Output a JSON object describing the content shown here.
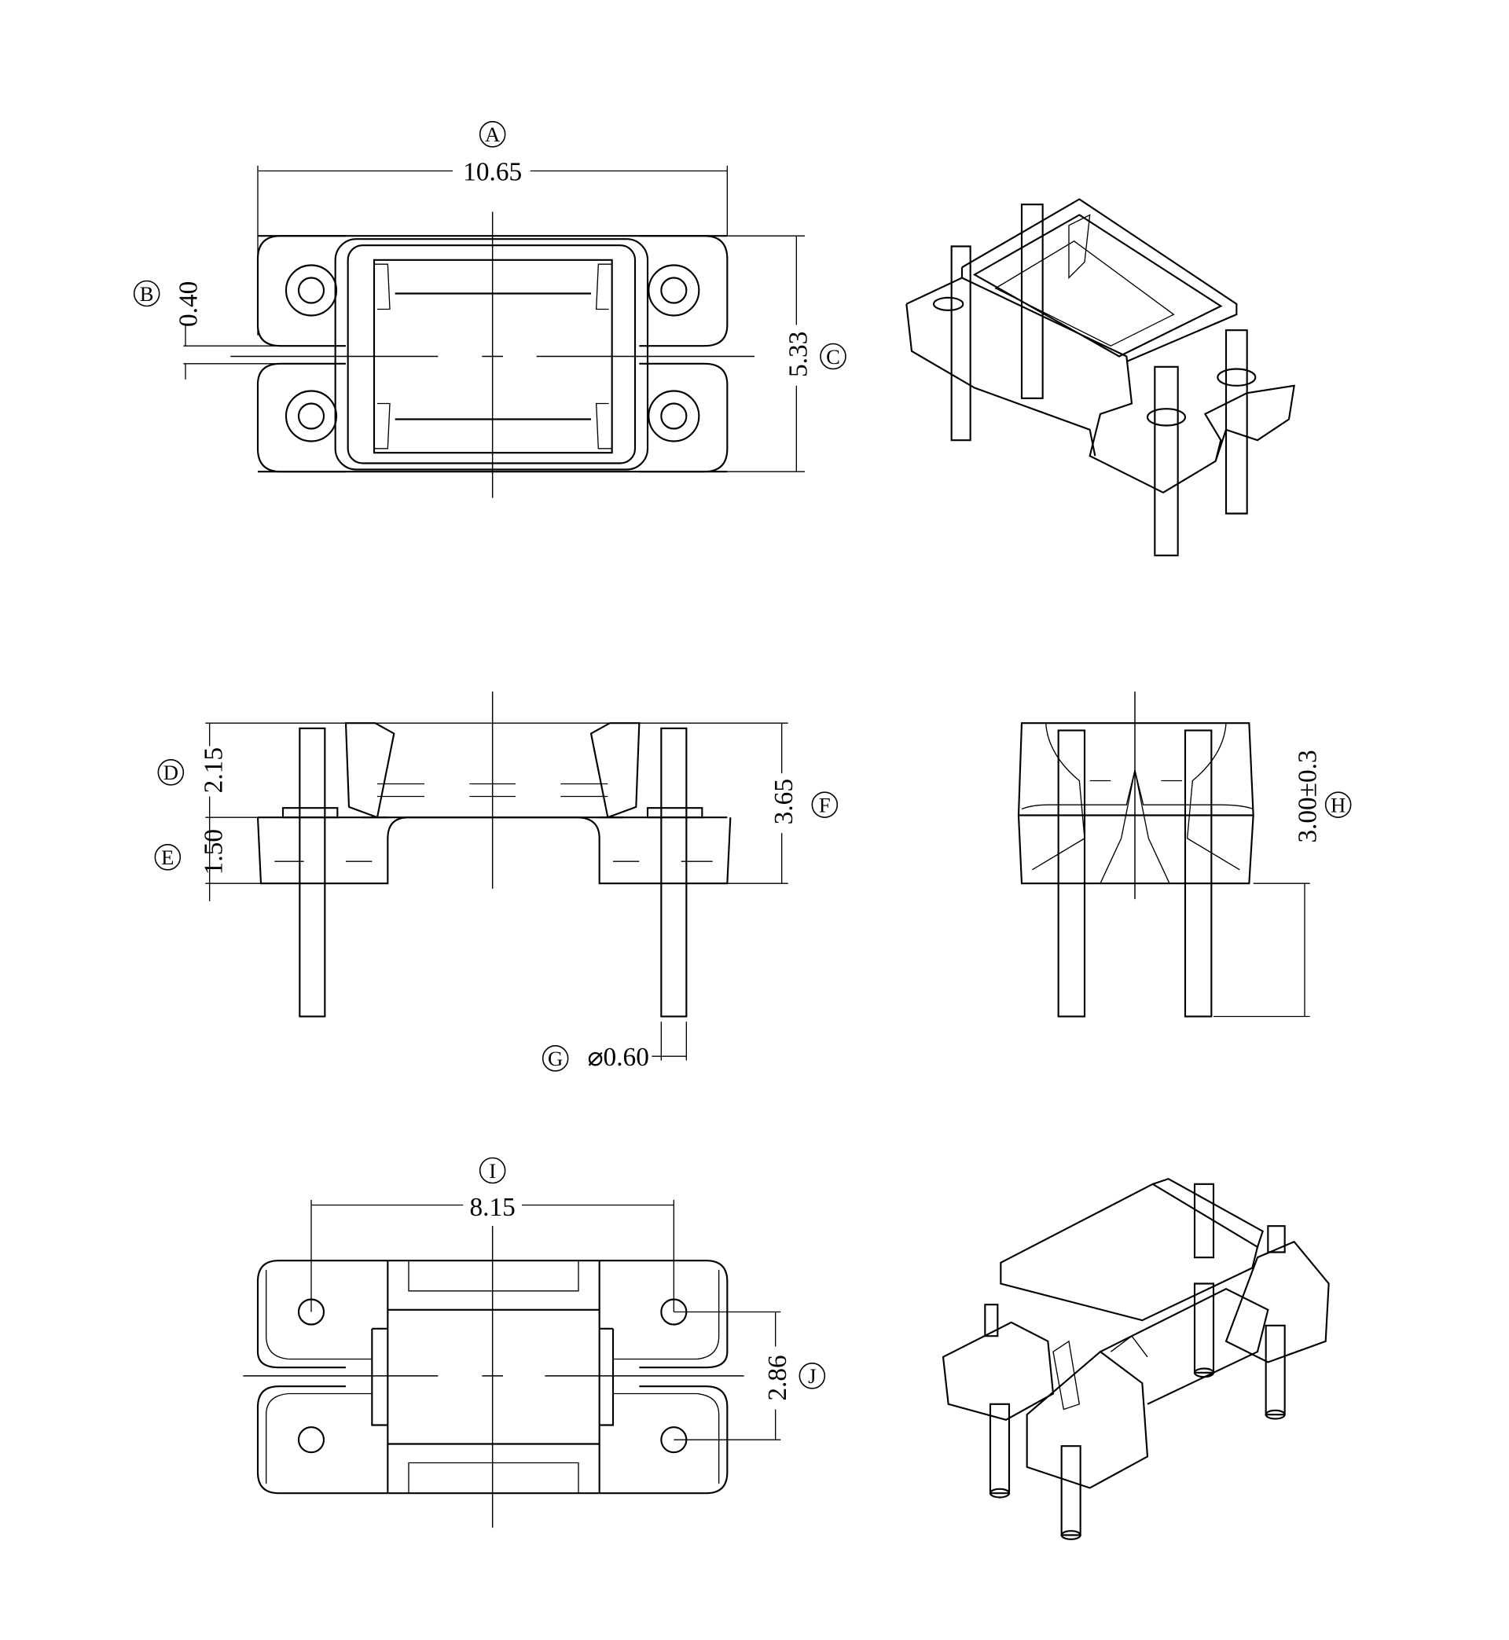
{
  "drawing": {
    "views": [
      "top-view",
      "isometric-top",
      "front-view",
      "side-view",
      "bottom-view",
      "isometric-bottom"
    ],
    "dimensions": {
      "A": {
        "label": "A",
        "value": "10.65"
      },
      "B": {
        "label": "B",
        "value": "0.40"
      },
      "C": {
        "label": "C",
        "value": "5.33"
      },
      "D": {
        "label": "D",
        "value": "2.15"
      },
      "E": {
        "label": "E",
        "value": "1.50"
      },
      "F": {
        "label": "F",
        "value": "3.65"
      },
      "G": {
        "label": "G",
        "value": "⌀0.60"
      },
      "H": {
        "label": "H",
        "value": "3.00±0.3"
      },
      "I": {
        "label": "I",
        "value": "8.15"
      },
      "J": {
        "label": "J",
        "value": "2.86"
      }
    }
  }
}
